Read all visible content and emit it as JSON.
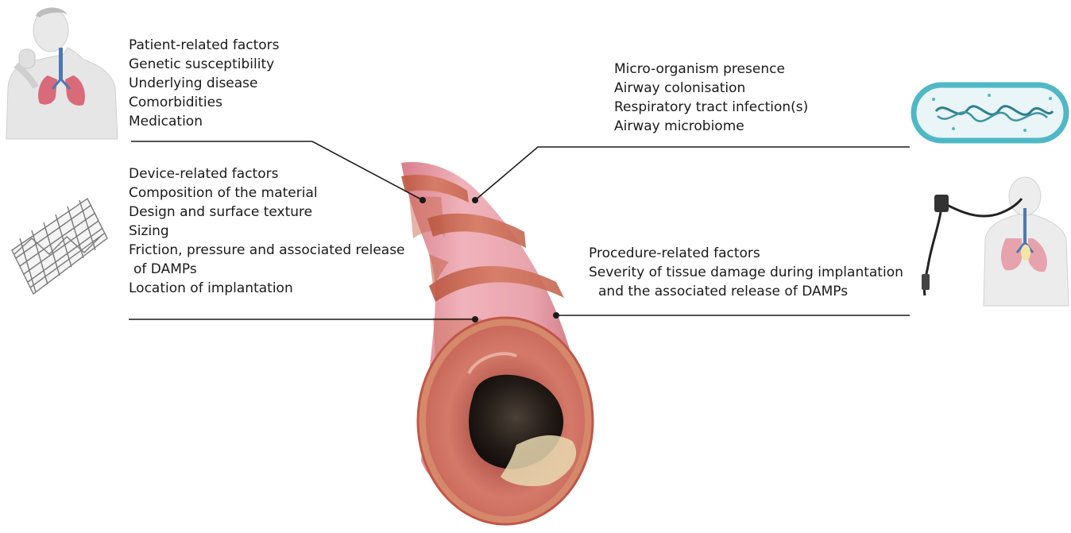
{
  "patient": {
    "lines": [
      "Patient-related factors",
      "Genetic susceptibility",
      "Underlying disease",
      "Comorbidities",
      "Medication"
    ],
    "icon": "coughing-person-lungs-icon"
  },
  "device": {
    "lines": [
      "Device-related factors",
      "Composition of the material",
      "Design and surface texture",
      "Sizing",
      "Friction, pressure and associated release",
      "of DAMPs",
      "Location of implantation"
    ],
    "icon": "airway-stent-mesh-icon"
  },
  "microorganism": {
    "lines": [
      "Micro-organism presence",
      "Airway colonisation",
      "Respiratory tract infection(s)",
      "Airway microbiome"
    ],
    "icon": "bacterium-icon"
  },
  "procedure": {
    "lines": [
      "Procedure-related factors",
      "Severity of tissue damage during implantation",
      "and the associated release of DAMPs"
    ],
    "icon": "bronchoscope-person-icon"
  },
  "colors": {
    "airway_pink": "#e9a3ad",
    "airway_band": "#cf6f58",
    "lumen_dark": "#2a211c",
    "line": "#1a1a1a",
    "bacterium": "#4fb8c6"
  }
}
